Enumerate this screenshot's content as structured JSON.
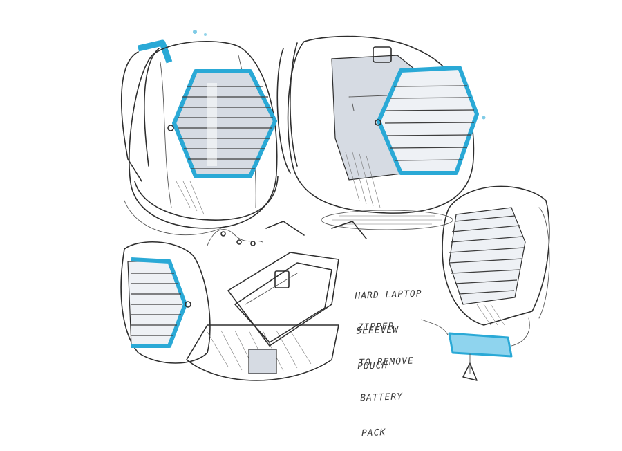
{
  "annotations": {
    "laptop_sleeve": [
      "HARD LAPTOP",
      "SLEEVEW",
      "POUCH"
    ],
    "battery_zipper": [
      "ZIPPER",
      "TO REMOVE",
      "BATTERY",
      "PACK"
    ]
  },
  "colors": {
    "accent": "#2aa9d6",
    "ink": "#2e2e2e",
    "panel_gray": "#d6dbe3"
  }
}
